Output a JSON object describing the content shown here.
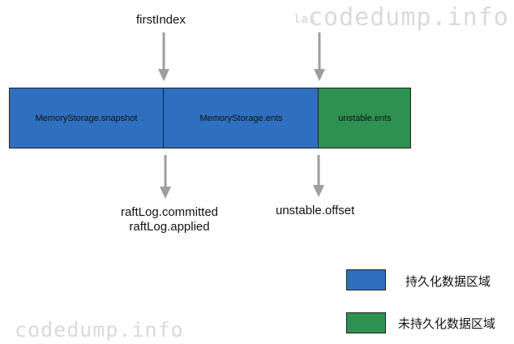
{
  "watermarks": {
    "top_partial": "las",
    "top_right": "codedump.info",
    "bottom_left": "codedump.info"
  },
  "labels_top": {
    "first_index": "firstIndex"
  },
  "segments": [
    {
      "label": "MemoryStorage.snapshot",
      "color": "#2f6fbf"
    },
    {
      "label": "MemoryStorage.ents",
      "color": "#2f6fbf"
    },
    {
      "label": "unstable.ents",
      "color": "#2e9152"
    }
  ],
  "labels_bottom": {
    "committed": "raftLog.committed",
    "applied": "raftLog.applied",
    "offset": "unstable.offset"
  },
  "legend": [
    {
      "label": "持久化数据区域",
      "color": "#2f6fbf"
    },
    {
      "label": "未持久化数据区域",
      "color": "#2e9152"
    }
  ]
}
